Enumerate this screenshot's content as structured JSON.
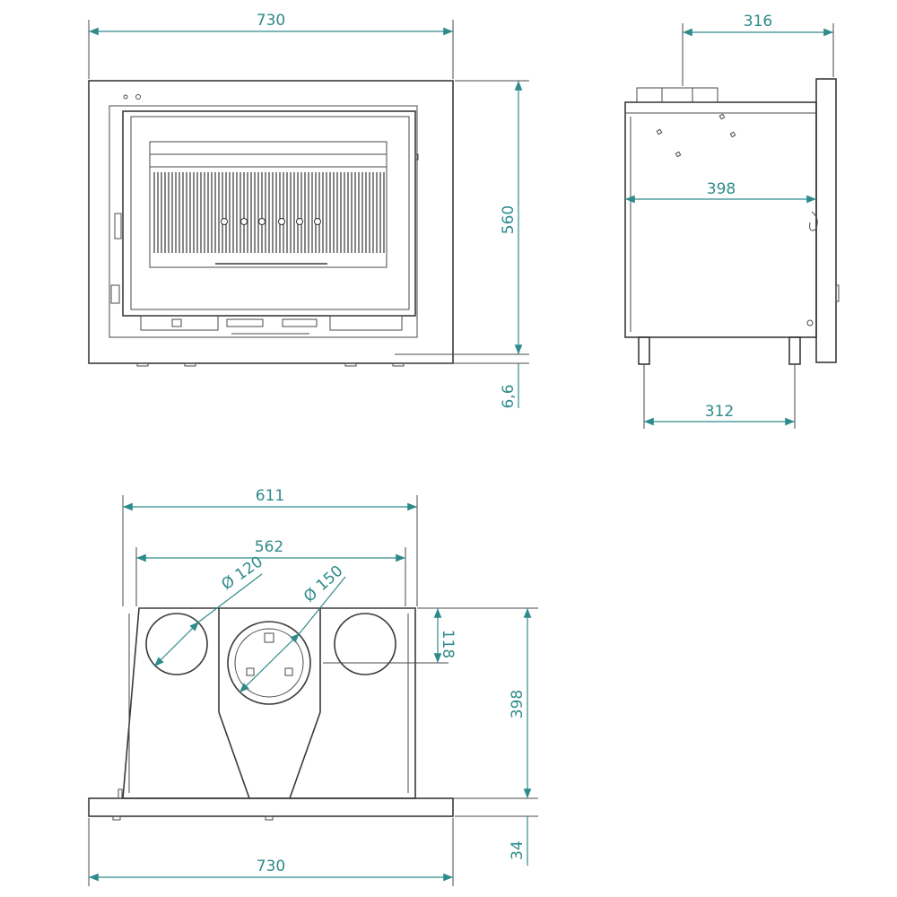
{
  "colors": {
    "dimension": "#2f8a8a",
    "outline": "#3a3a3a",
    "background": "#ffffff"
  },
  "front_view": {
    "width_label": "730",
    "height_label": "560",
    "foot_label": "6,6"
  },
  "side_view": {
    "depth_top_label": "316",
    "depth_body_label": "398",
    "leg_span_label": "312"
  },
  "top_view": {
    "outer_width_label": "611",
    "inner_width_label": "562",
    "duct_small_label": "Ø 120",
    "duct_large_label": "Ø 150",
    "offset_label": "118",
    "depth_label": "398",
    "frame_width_label": "730",
    "frame_depth_label": "34"
  }
}
